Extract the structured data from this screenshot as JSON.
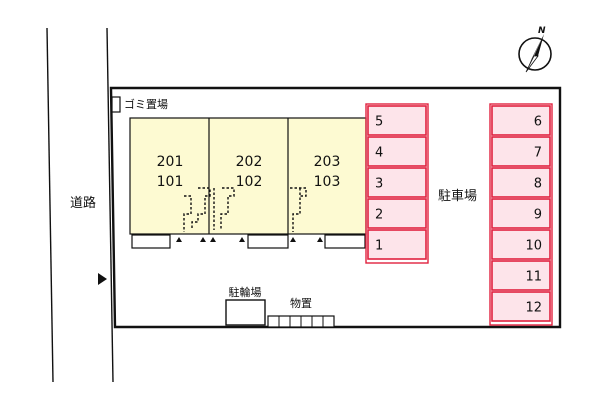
{
  "compass": {
    "letter": "N",
    "icon": "north-arrow-icon"
  },
  "road": {
    "label": "道路"
  },
  "road_entry": {
    "icon": "entrance-arrow-icon"
  },
  "garbage": {
    "label": "ゴミ置場"
  },
  "building": {
    "units": [
      {
        "upper": "201",
        "lower": "101"
      },
      {
        "upper": "202",
        "lower": "102"
      },
      {
        "upper": "203",
        "lower": "103"
      }
    ]
  },
  "parking": {
    "label": "駐車場",
    "left_column": [
      "5",
      "4",
      "3",
      "2",
      "1"
    ],
    "right_column": [
      "6",
      "7",
      "8",
      "9",
      "10",
      "11",
      "12"
    ]
  },
  "bicycle": {
    "label": "駐輪場"
  },
  "storage": {
    "label": "物置"
  },
  "colors": {
    "building_fill": "#fdfad2",
    "parking_fill": "#fde4ea",
    "parking_stroke": "#e0213f",
    "line": "#111111"
  }
}
